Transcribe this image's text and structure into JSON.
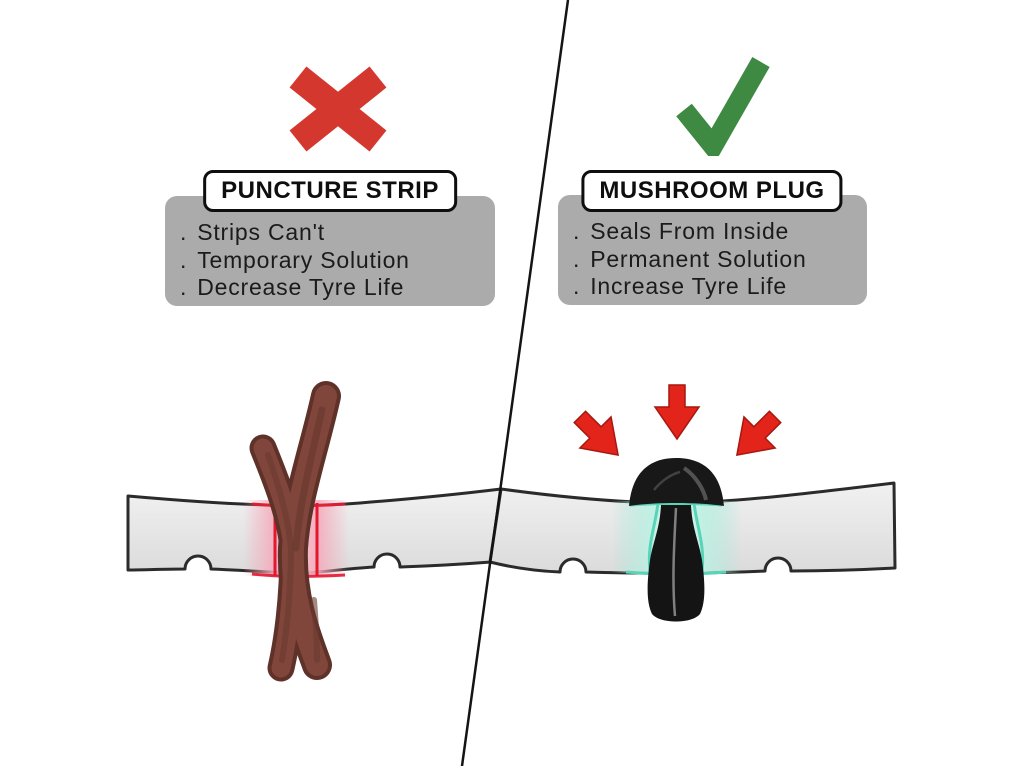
{
  "left_panel": {
    "verdict": "rejected",
    "verdict_icon": "x-mark",
    "title": "PUNCTURE STRIP",
    "bullet_char": ".",
    "items": [
      "Strips Can't",
      "Temporary Solution",
      "Decrease Tyre Life"
    ],
    "illustration": "puncture strips crossing through tyre wall with red leak glow"
  },
  "right_panel": {
    "verdict": "approved",
    "verdict_icon": "check-mark",
    "title": "MUSHROOM PLUG",
    "bullet_char": ".",
    "items": [
      "Seals From Inside",
      "Permanent Solution",
      "Increase Tyre Life"
    ],
    "illustration": "mushroom plug sealing tyre hole from inside with green seal glow and pressure arrows"
  },
  "colors": {
    "x_red": "#D4372E",
    "check_green": "#3E8A42",
    "arrow_red": "#E2241A",
    "panel_gray": "#ABABAB",
    "tyre_gray": "#E6E6E6",
    "outline_dark": "#1a1a1a",
    "strip_brown": "#7E443A",
    "leak_glow_pink": "#F7B6C6",
    "seal_glow_teal": "#66D8BD",
    "divider": "#141414"
  }
}
